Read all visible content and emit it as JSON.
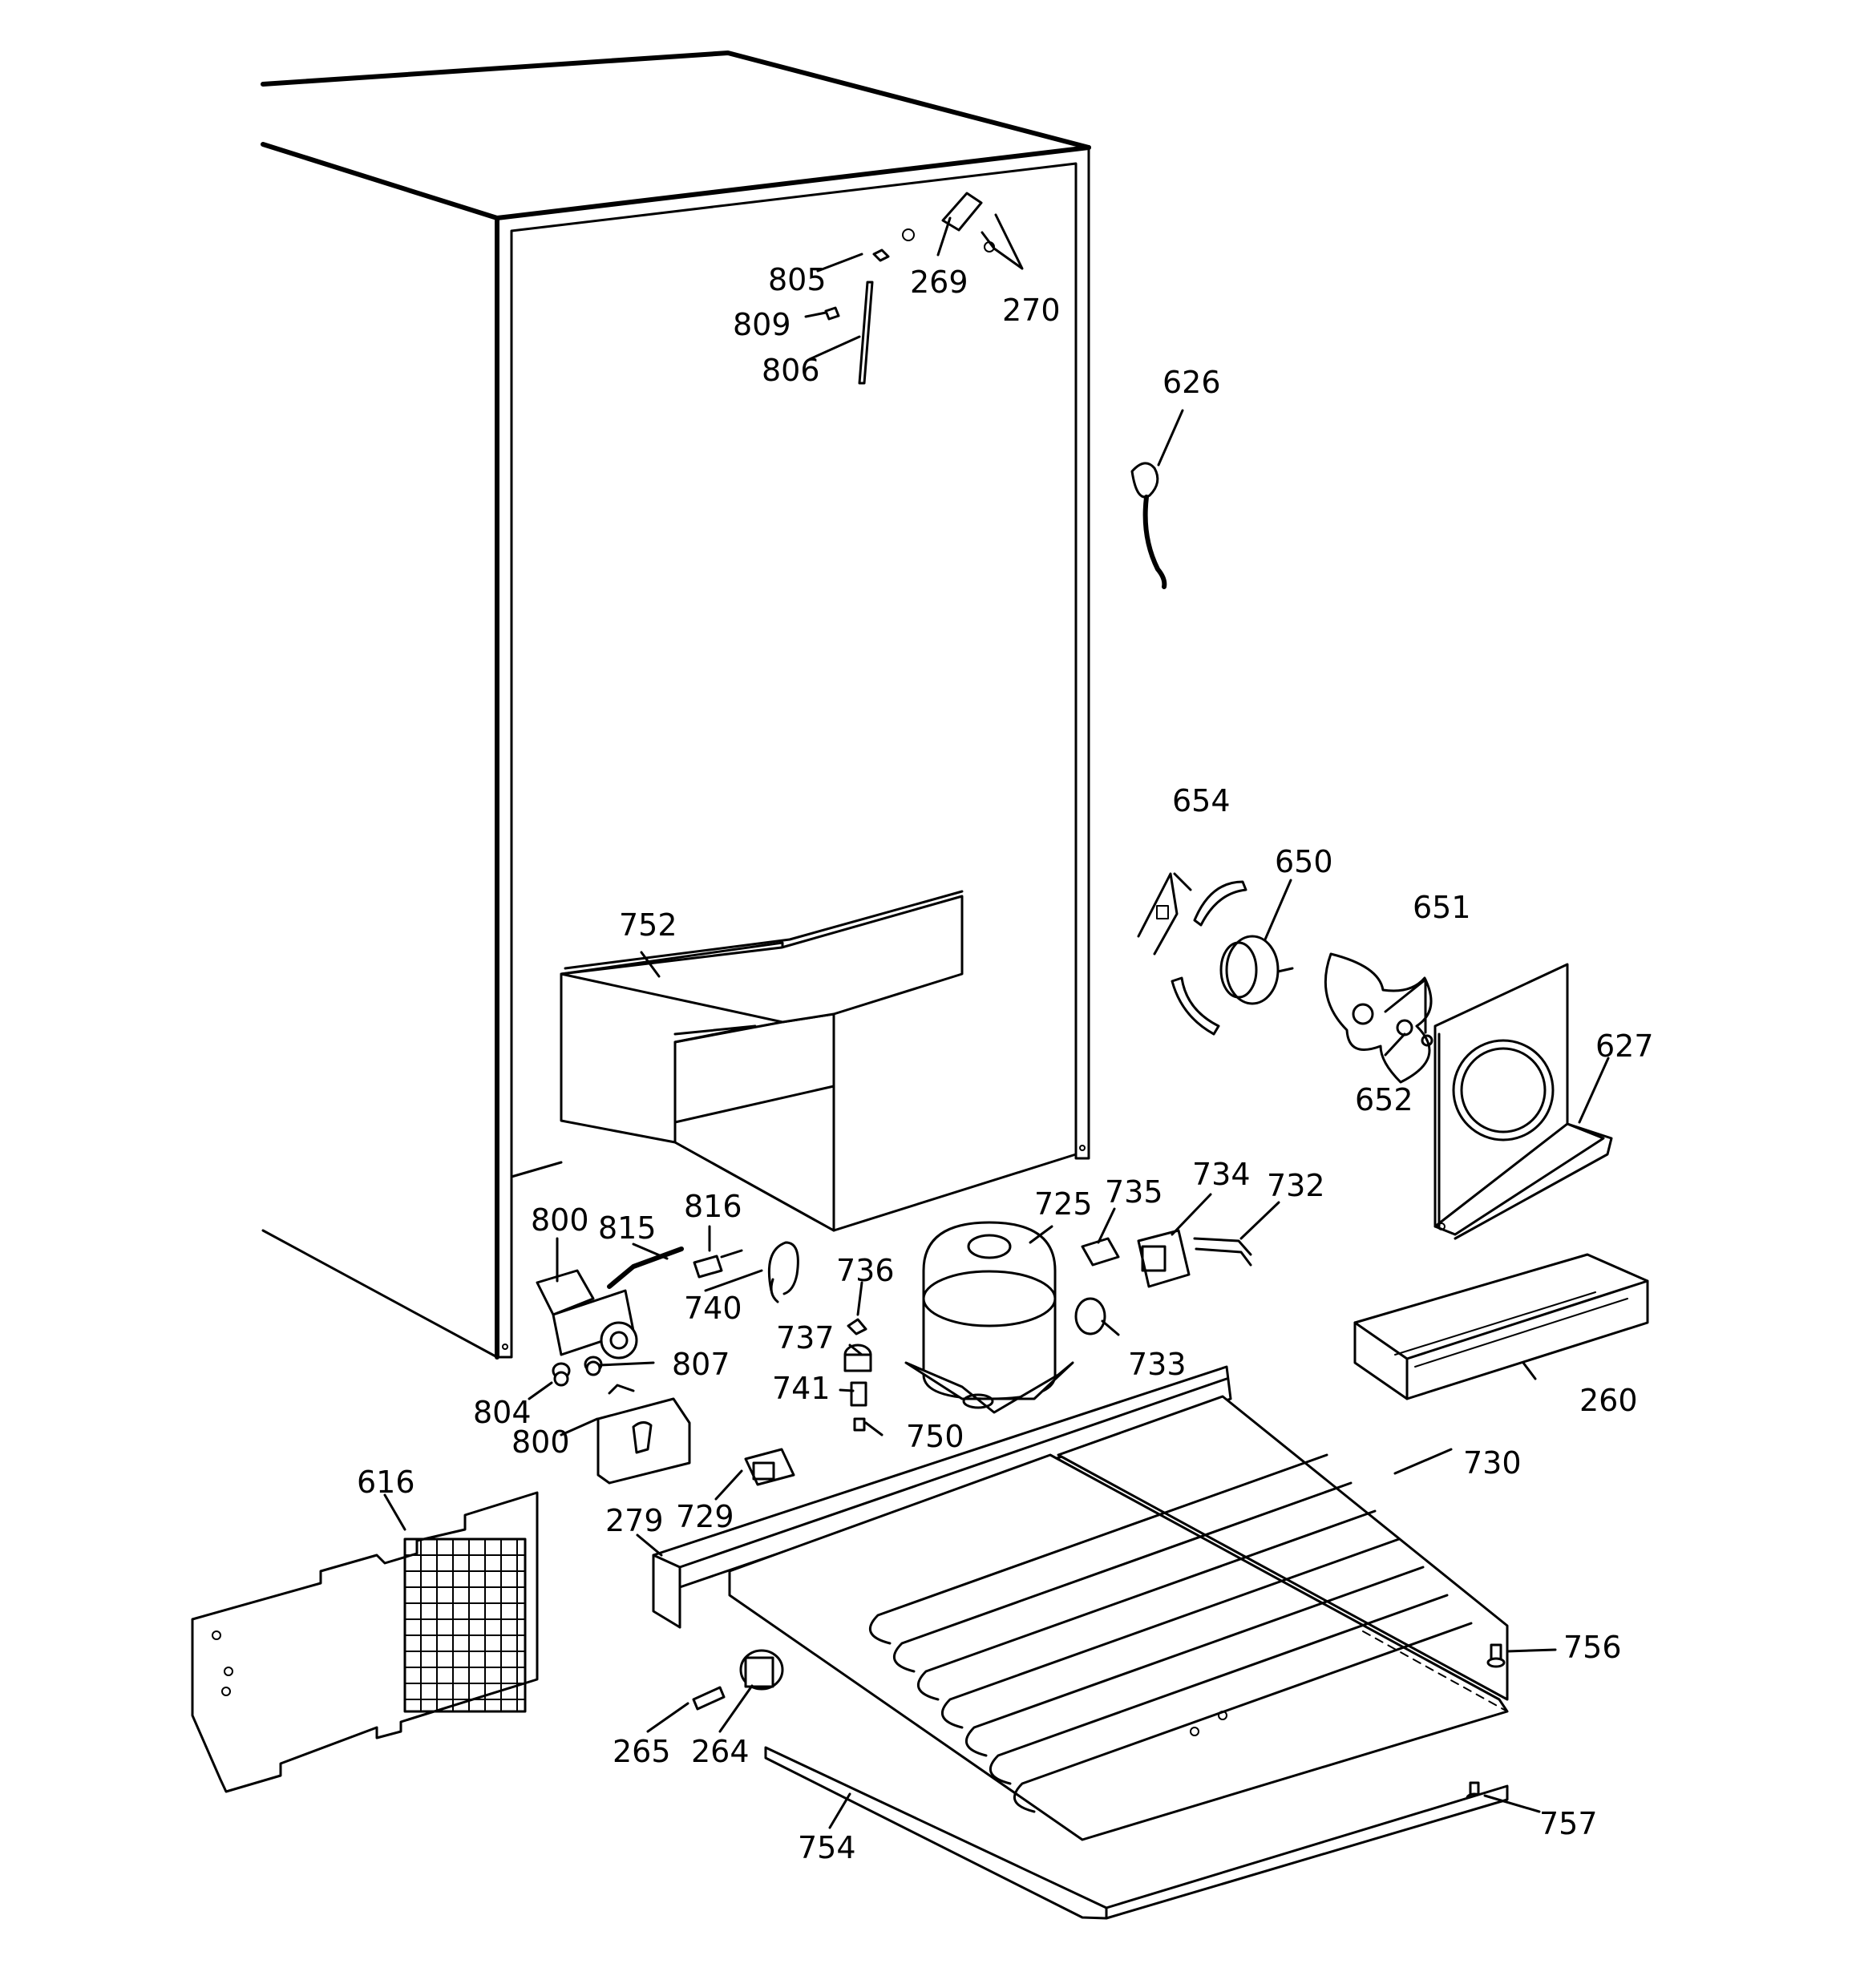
{
  "labels": {
    "l805": "805",
    "l809": "809",
    "l806": "806",
    "l269": "269",
    "l270": "270",
    "l626": "626",
    "l654": "654",
    "l650": "650",
    "l651": "651",
    "l627": "627",
    "l652": "652",
    "l752": "752",
    "l800a": "800",
    "l815": "815",
    "l816": "816",
    "l740": "740",
    "l725": "725",
    "l735": "735",
    "l734": "734",
    "l732": "732",
    "l736": "736",
    "l737": "737",
    "l733": "733",
    "l741": "741",
    "l750": "750",
    "l807": "807",
    "l804": "804",
    "l800b": "800",
    "l260": "260",
    "l730": "730",
    "l616": "616",
    "l729": "729",
    "l279": "279",
    "l756": "756",
    "l265": "265",
    "l264": "264",
    "l757": "757",
    "l754": "754"
  }
}
